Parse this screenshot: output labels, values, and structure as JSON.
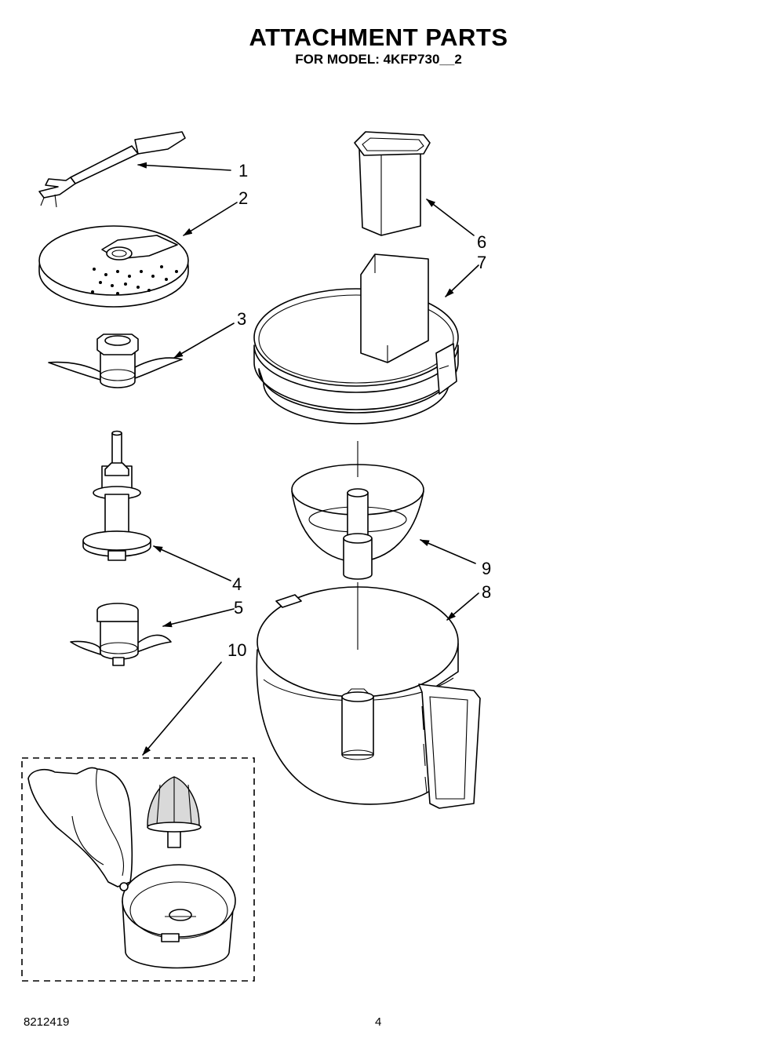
{
  "header": {
    "title": "ATTACHMENT PARTS",
    "model_line": "FOR MODEL: 4KFP730__2"
  },
  "footer": {
    "document_number": "8212419",
    "page_number": "4"
  },
  "callouts": [
    "1",
    "2",
    "3",
    "4",
    "5",
    "6",
    "7",
    "8",
    "9",
    "10"
  ]
}
